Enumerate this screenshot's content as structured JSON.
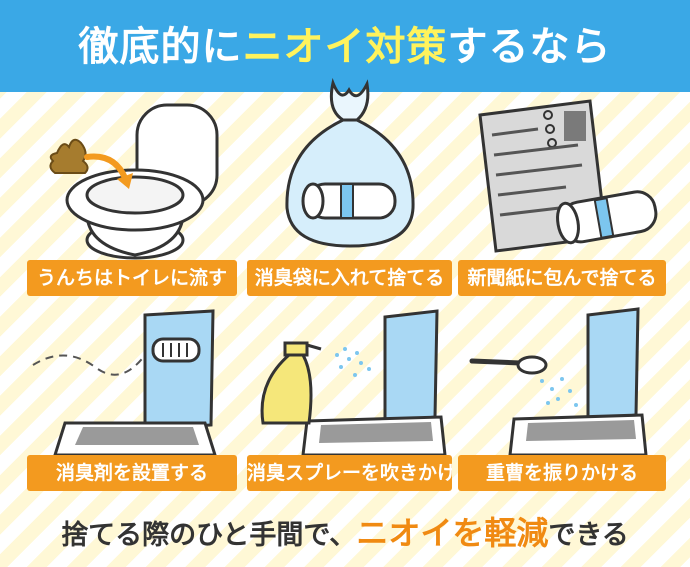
{
  "header": {
    "title_prefix": "徹底的に",
    "title_highlight": "ニオイ対策",
    "title_suffix": "するなら"
  },
  "methods": [
    {
      "label": "うんちはトイレに流す"
    },
    {
      "label": "消臭袋に入れて捨てる"
    },
    {
      "label": "新聞紙に包んで捨てる"
    },
    {
      "label": "消臭剤を設置する"
    },
    {
      "label": "消臭スプレーを吹きかける"
    },
    {
      "label": "重曹を振りかける"
    }
  ],
  "footer": {
    "prefix": "捨てる際のひと手間で、",
    "highlight": "ニオイを軽減",
    "suffix": "できる"
  },
  "colors": {
    "header_blue": "#3aa8e6",
    "label_orange": "#f39a1f",
    "highlight_yellow": "#fff35c",
    "footer_orange": "#f08a12"
  }
}
